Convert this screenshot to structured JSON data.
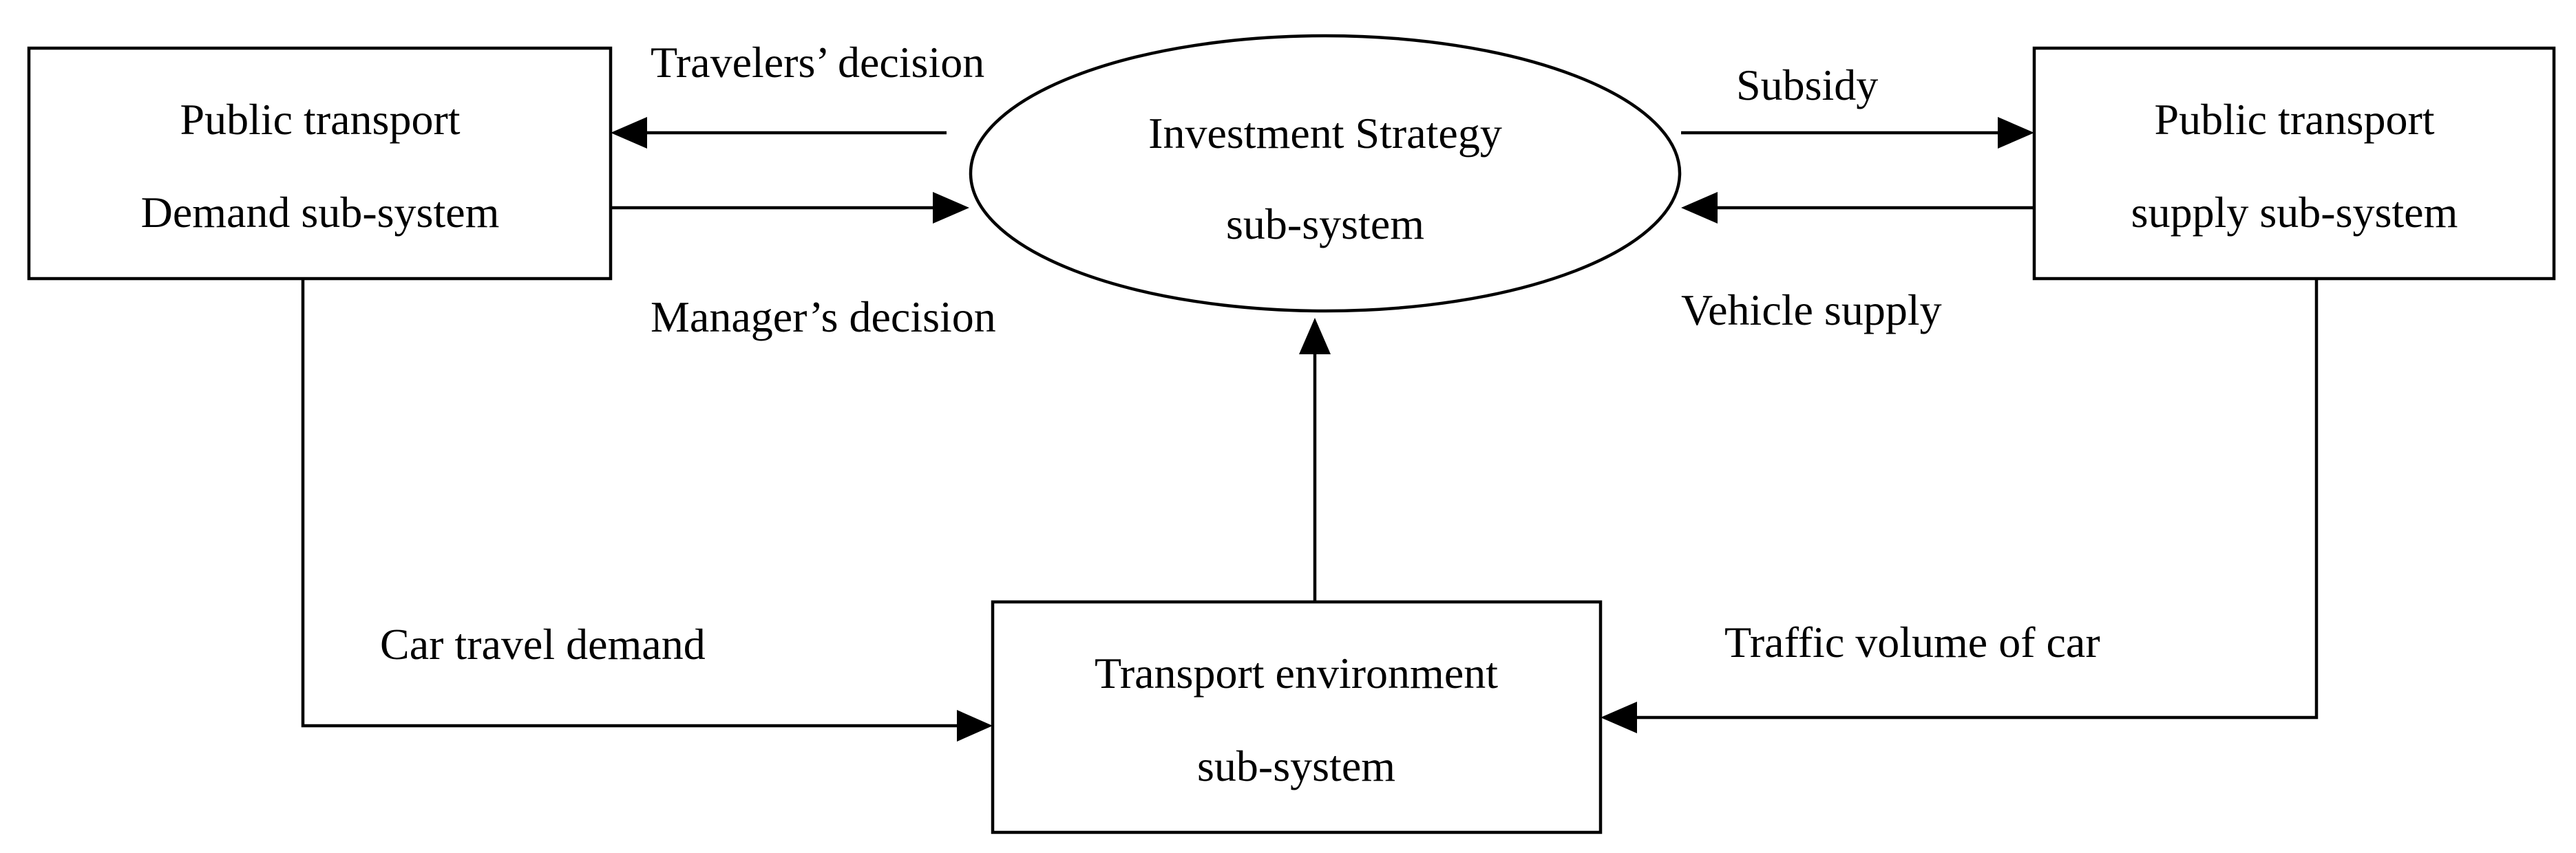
{
  "diagram": {
    "nodes": {
      "demand": {
        "line1": "Public transport",
        "line2": "Demand sub-system"
      },
      "investment": {
        "line1": "Investment Strategy",
        "line2": "sub-system"
      },
      "supply": {
        "line1": "Public transport",
        "line2": "supply sub-system"
      },
      "environment": {
        "line1": "Transport environment",
        "line2": "sub-system"
      }
    },
    "edges": {
      "travelers_decision": "Travelers’ decision",
      "managers_decision": "Manager’s decision",
      "subsidy": "Subsidy",
      "vehicle_supply": "Vehicle supply",
      "car_travel_demand": "Car travel demand",
      "traffic_volume_of_car": "Traffic volume of car"
    }
  }
}
